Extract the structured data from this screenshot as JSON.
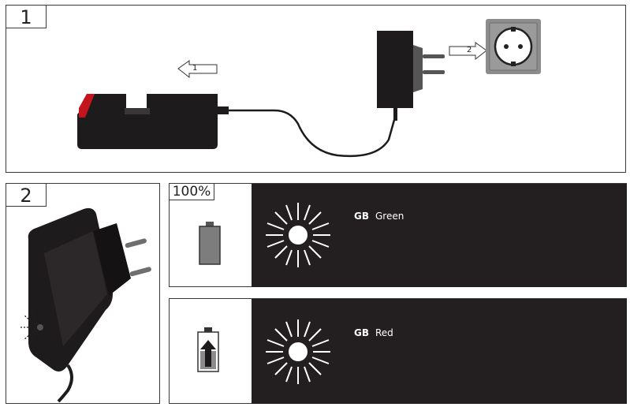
{
  "panel1": {
    "step": "1",
    "arrow_insert_label": "1",
    "arrow_plug_label": "2"
  },
  "panel2": {
    "step": "2"
  },
  "indicators": [
    {
      "tag": "100%",
      "region": "GB",
      "color_label": "Green",
      "battery_icon": "battery-full-icon"
    },
    {
      "tag": "",
      "region": "GB",
      "color_label": "Red",
      "battery_icon": "battery-charging-icon"
    }
  ],
  "icons": [
    "charger-base-icon",
    "power-adapter-icon",
    "wall-socket-icon",
    "arrow-left-icon",
    "arrow-right-icon",
    "led-light-icon",
    "plug-adapter-icon"
  ],
  "colors": {
    "frame": "#3a3a3a",
    "dark_panel": "#231f20",
    "device": "#1e1b1c",
    "accent_red": "#c4141c",
    "socket_gray": "#8c8c8c"
  }
}
